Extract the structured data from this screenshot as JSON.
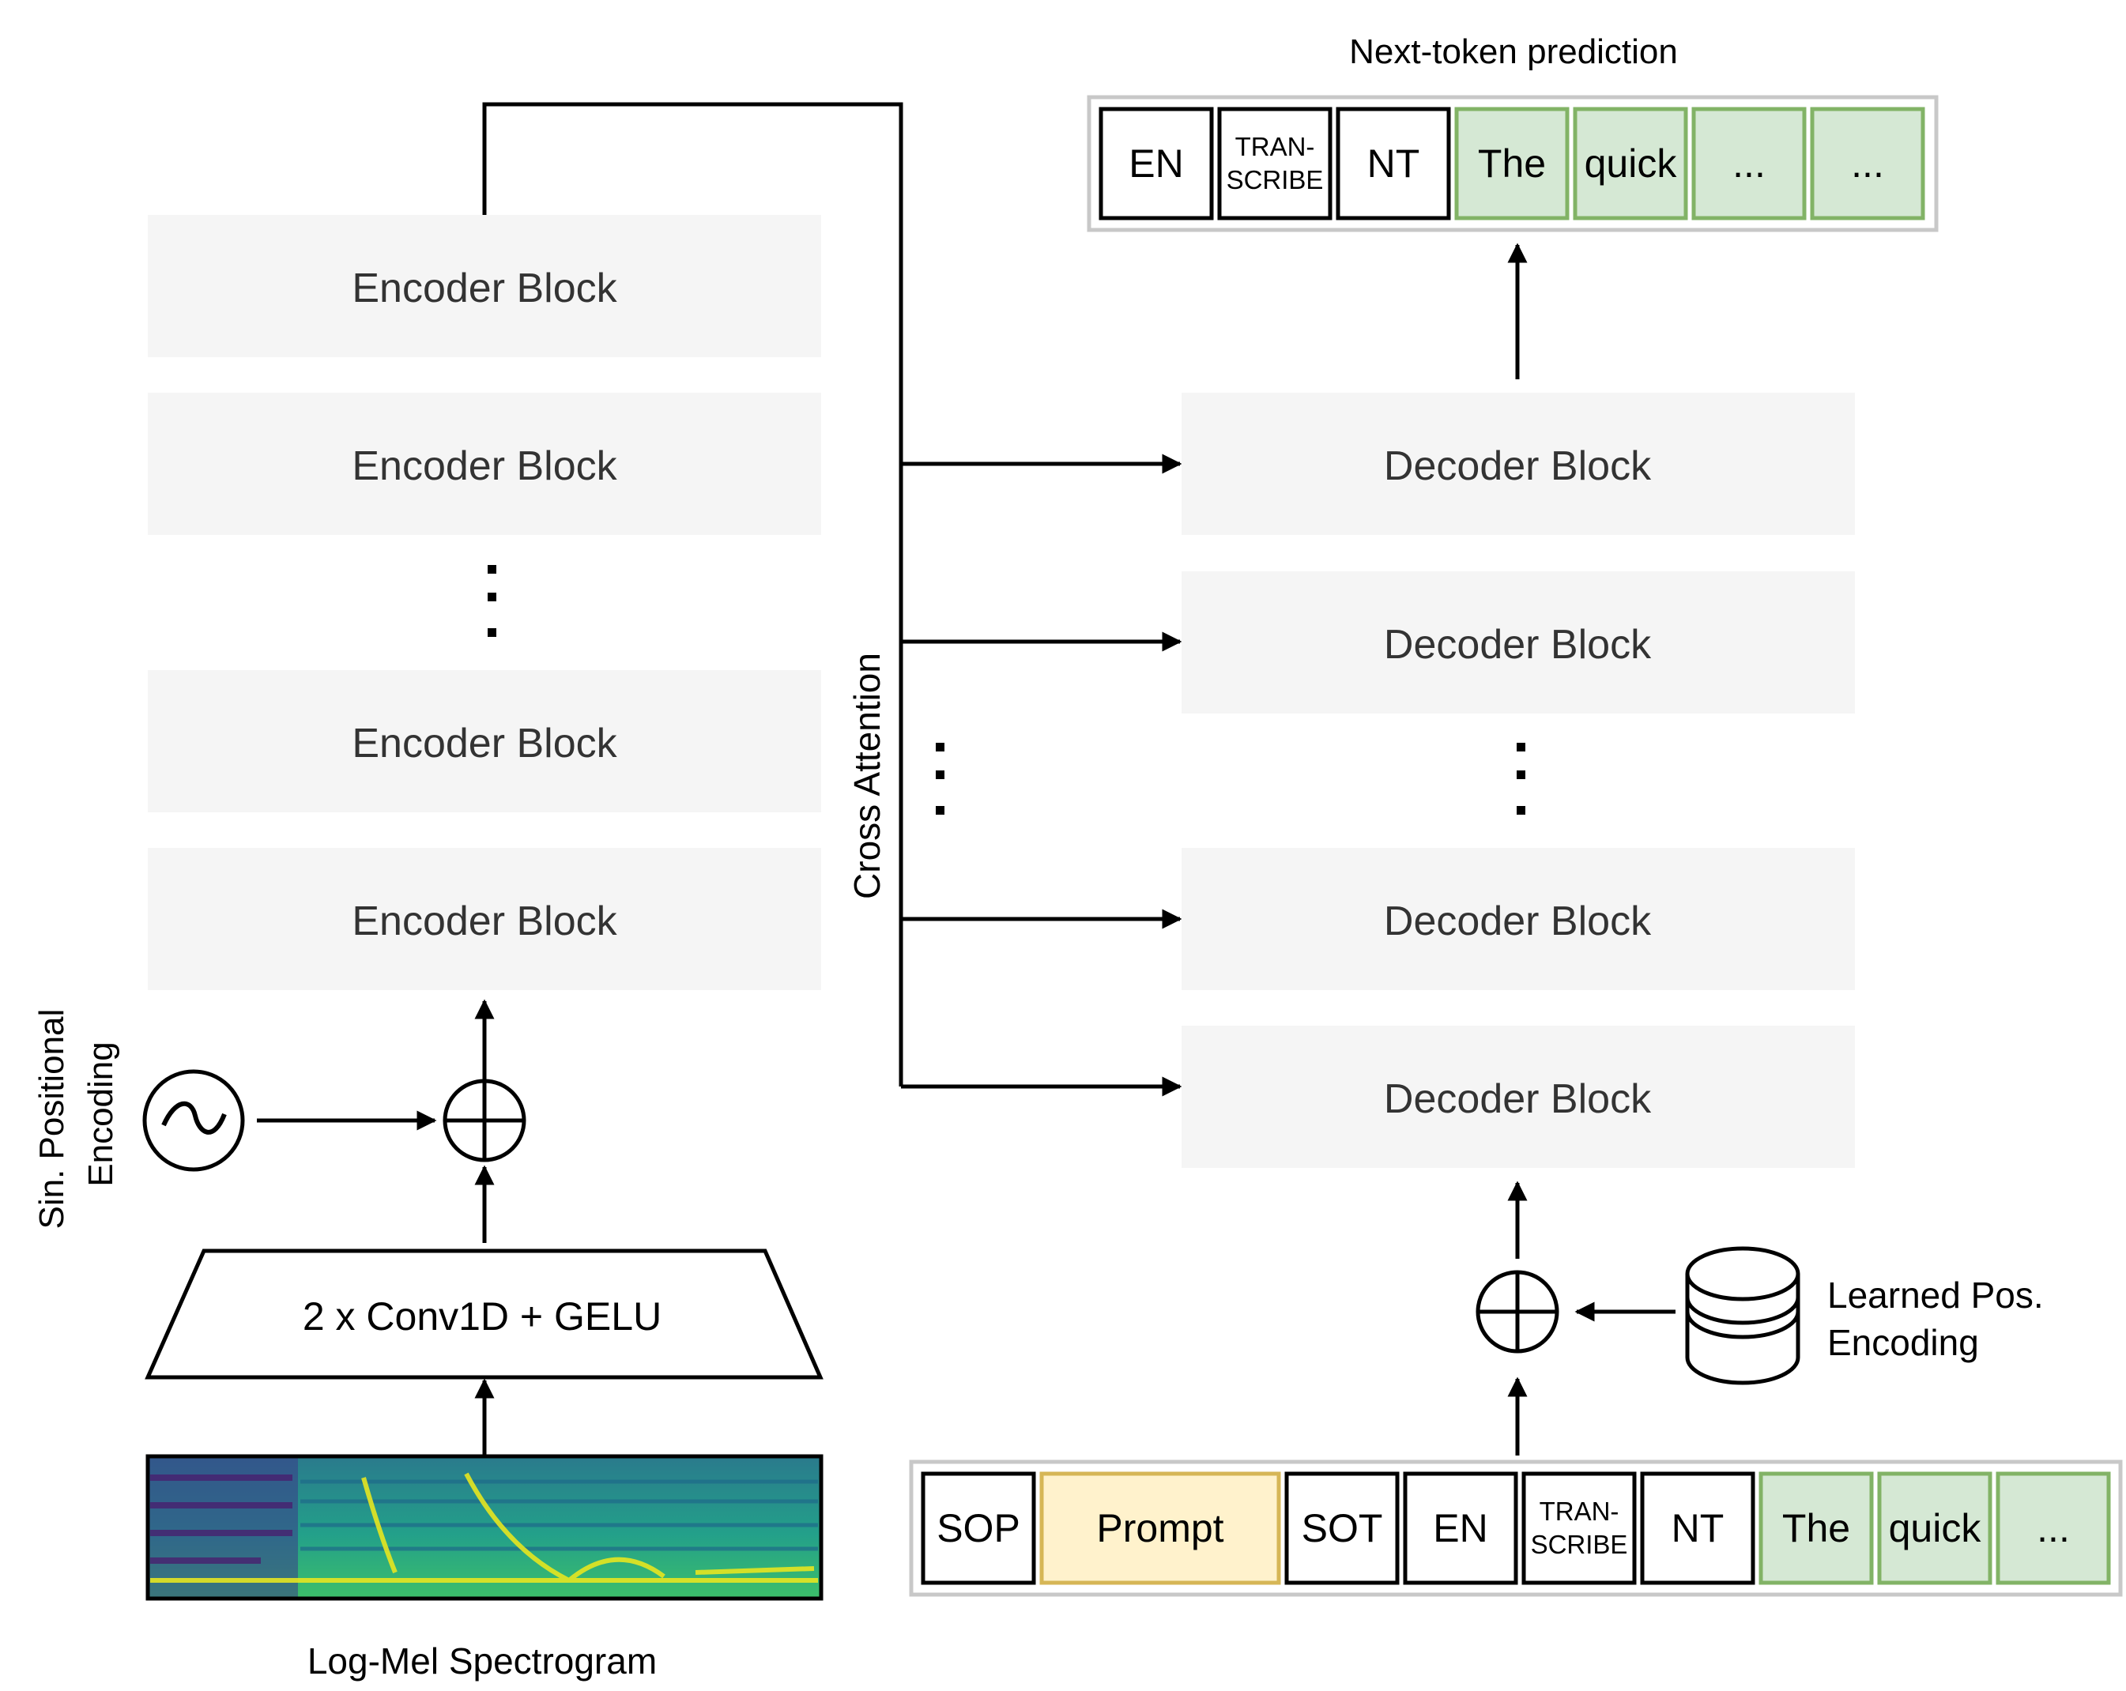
{
  "title": "Next-token prediction",
  "encoder": {
    "blocks": [
      "Encoder Block",
      "Encoder Block",
      "Encoder Block",
      "Encoder Block"
    ],
    "conv_label": "2 x Conv1D + GELU",
    "pos_encoding_label": [
      "Sin. Positional",
      "Encoding"
    ],
    "spectrogram_label": "Log-Mel Spectrogram"
  },
  "cross_attention_label": "Cross Attention",
  "decoder": {
    "blocks": [
      "Decoder Block",
      "Decoder Block",
      "Decoder Block",
      "Decoder Block"
    ],
    "pos_encoding_label": [
      "Learned Pos.",
      "Encoding"
    ]
  },
  "output_tokens": [
    {
      "text": "EN",
      "kind": "special"
    },
    {
      "text": "TRAN-\nSCRIBE",
      "kind": "special"
    },
    {
      "text": "NT",
      "kind": "special"
    },
    {
      "text": "The",
      "kind": "text"
    },
    {
      "text": "quick",
      "kind": "text"
    },
    {
      "text": "...",
      "kind": "text"
    },
    {
      "text": "...",
      "kind": "text"
    }
  ],
  "input_tokens": [
    {
      "text": "SOP",
      "kind": "special"
    },
    {
      "text": "Prompt",
      "kind": "prompt"
    },
    {
      "text": "SOT",
      "kind": "special"
    },
    {
      "text": "EN",
      "kind": "special"
    },
    {
      "text": "TRAN-\nSCRIBE",
      "kind": "special"
    },
    {
      "text": "NT",
      "kind": "special"
    },
    {
      "text": "The",
      "kind": "text"
    },
    {
      "text": "quick",
      "kind": "text"
    },
    {
      "text": "...",
      "kind": "text"
    }
  ],
  "colors": {
    "block_fill": "#f5f5f5",
    "token_text_fill": "#d5e8d4",
    "token_text_stroke": "#82b366",
    "token_prompt_fill": "#fff2cc",
    "token_prompt_stroke": "#d6b656",
    "line": "#000000",
    "label": "#333333"
  }
}
